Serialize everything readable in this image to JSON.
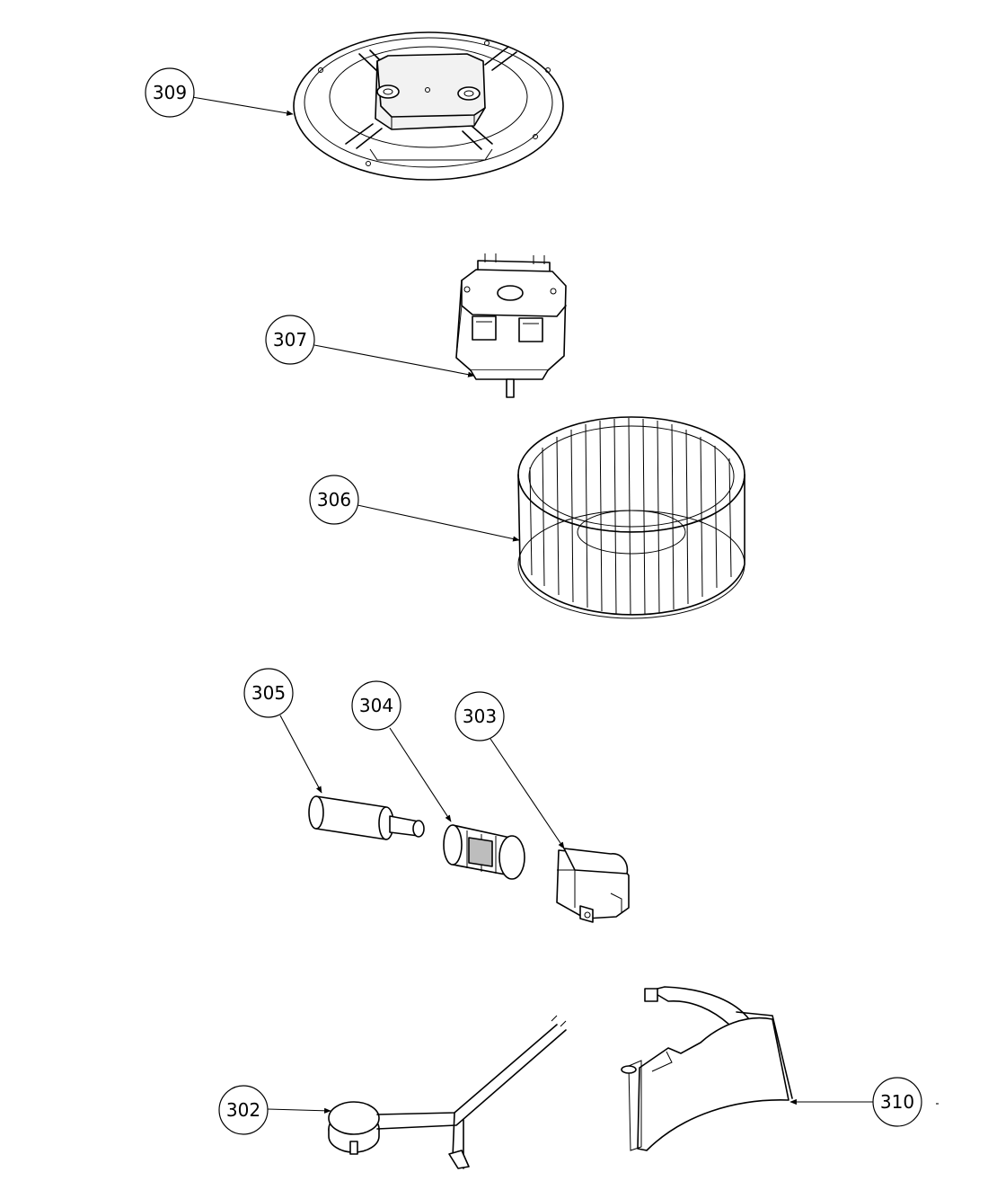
{
  "callouts": {
    "c309": "309",
    "c307": "307",
    "c306": "306",
    "c305": "305",
    "c304": "304",
    "c303": "303",
    "c302": "302",
    "c310": "310"
  }
}
